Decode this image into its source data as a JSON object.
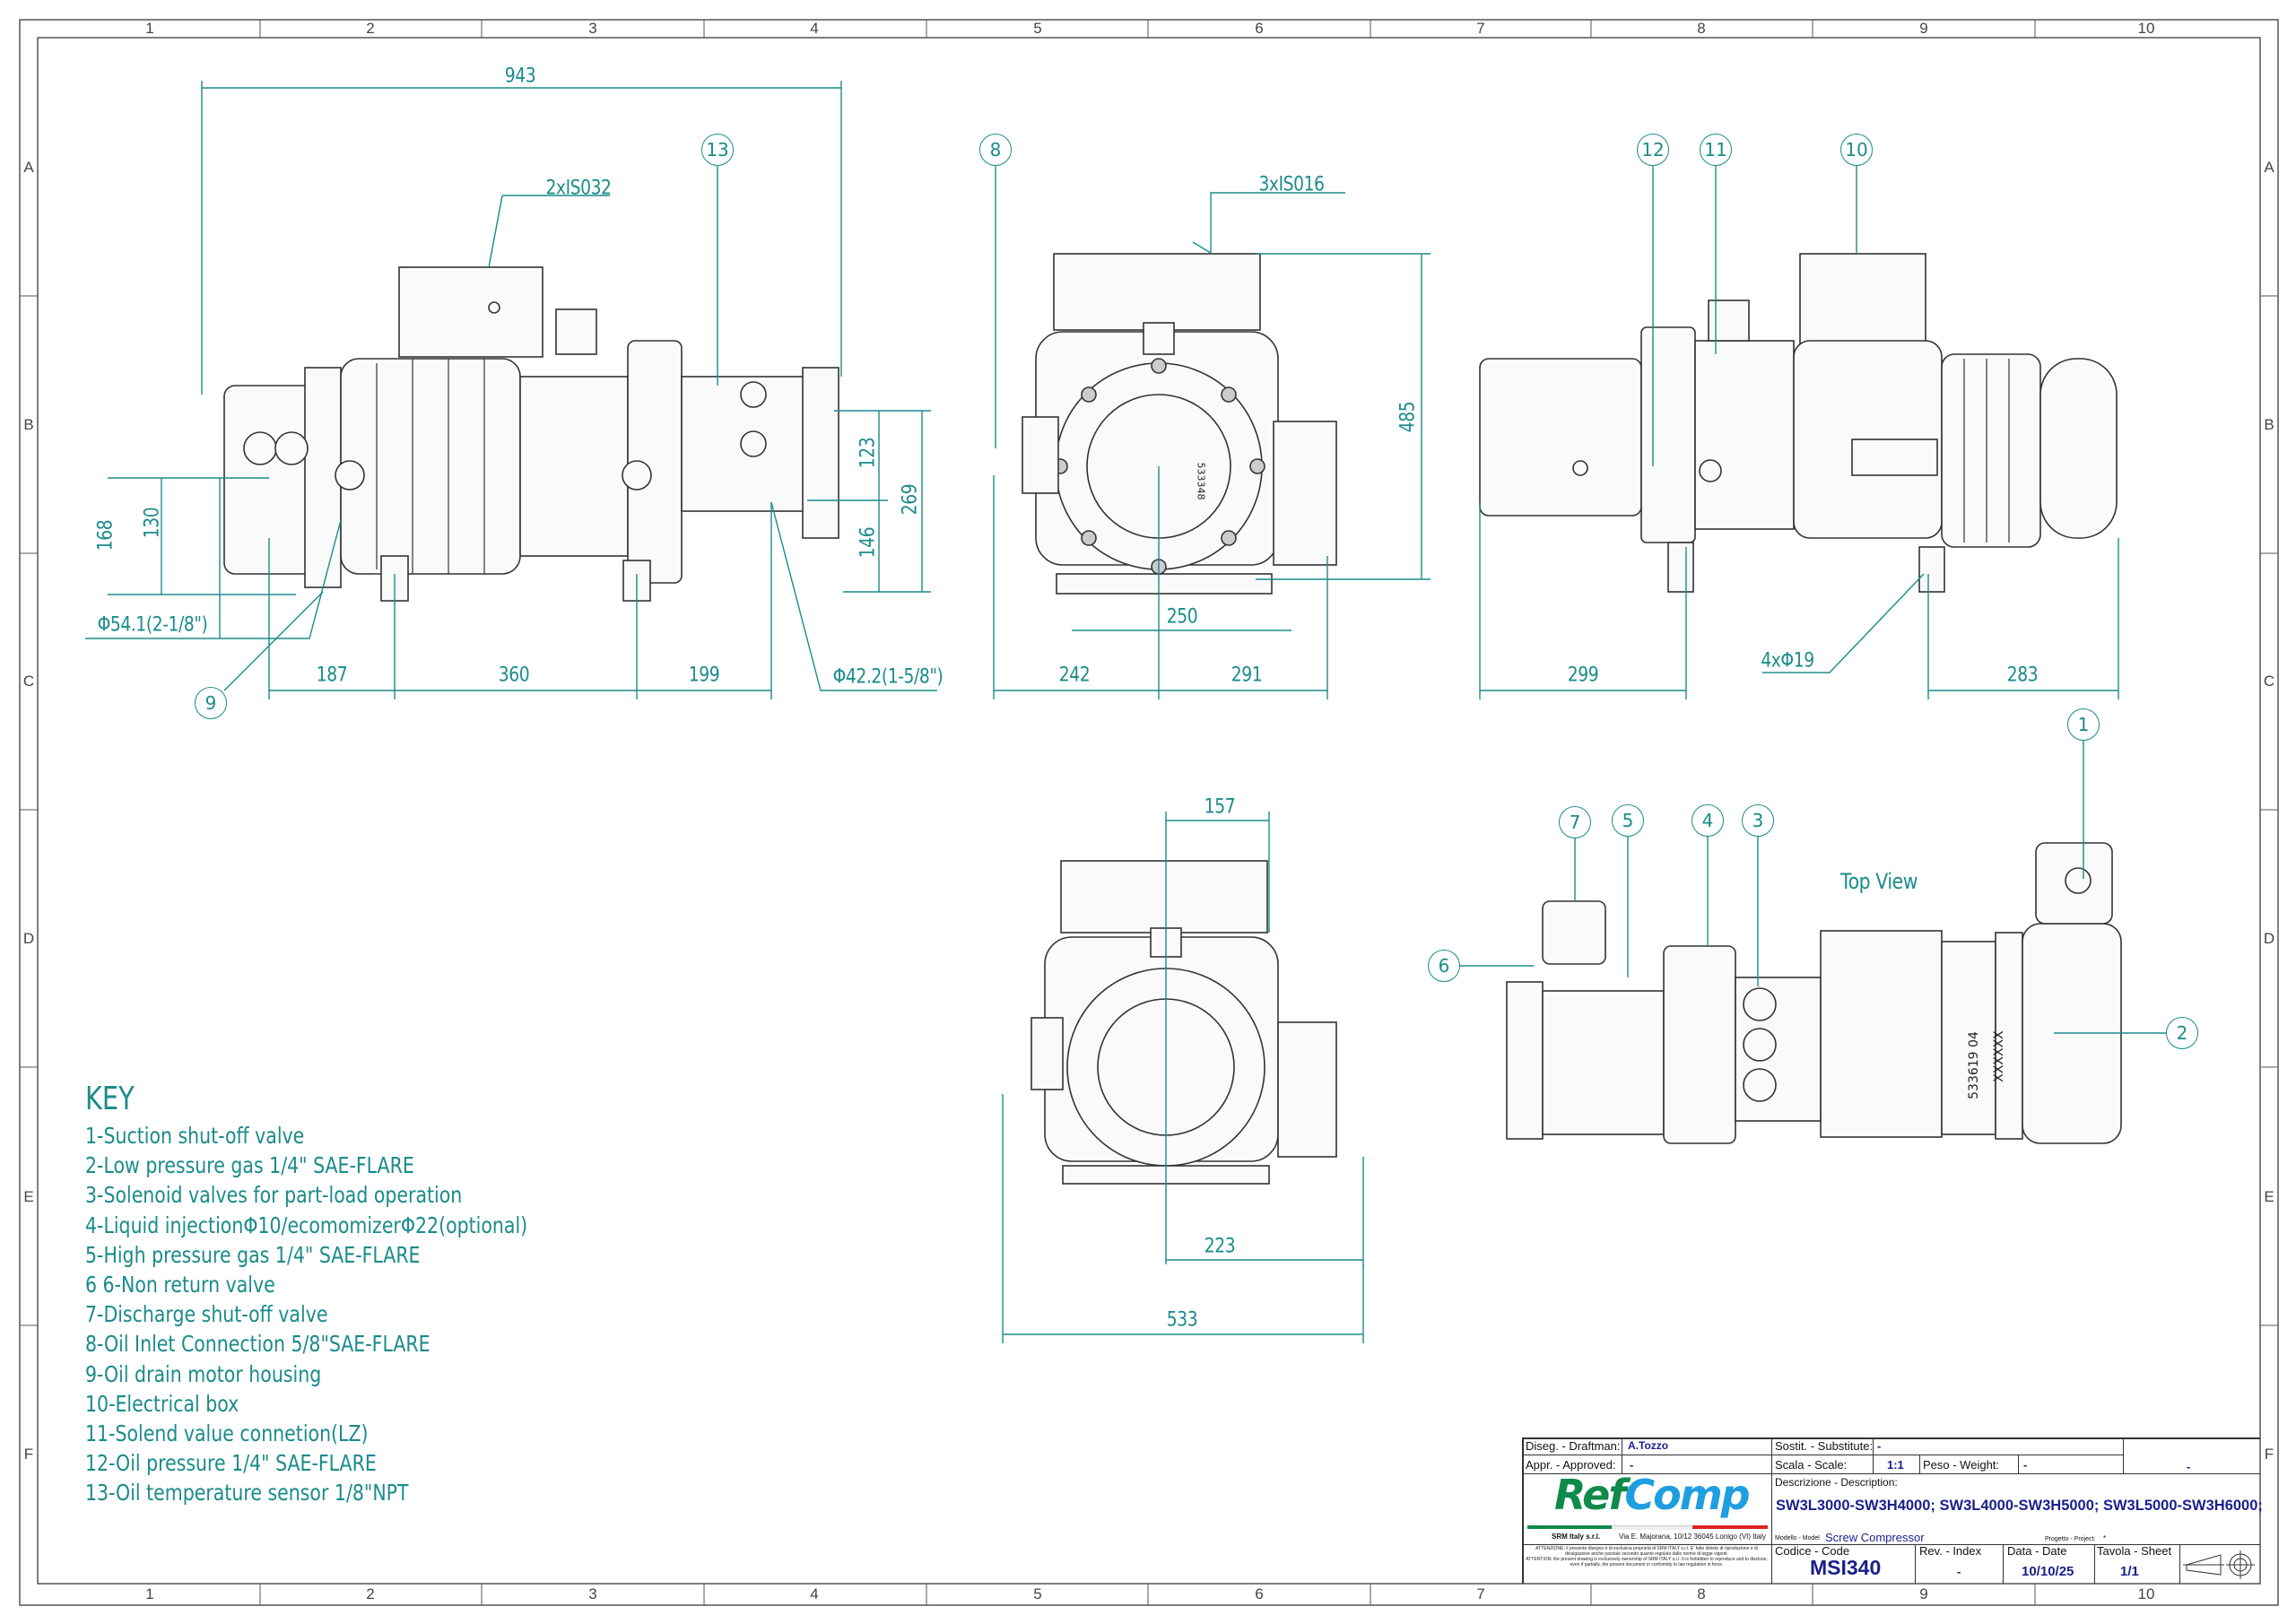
{
  "sheet": {
    "columns": [
      "1",
      "2",
      "3",
      "4",
      "5",
      "6",
      "7",
      "8",
      "9",
      "10"
    ],
    "rows": [
      "A",
      "B",
      "C",
      "D",
      "E",
      "F"
    ]
  },
  "dimensions": {
    "overall_length": "943",
    "thread_motor": "2xIS032",
    "thread_front": "3xIS016",
    "h168": "168",
    "h130": "130",
    "suction_dia": "Φ54.1(2-1/8\")",
    "d187": "187",
    "d360": "360",
    "d199": "199",
    "discharge_dia": "Φ42.2(1-5/8\")",
    "h123": "123",
    "h146": "146",
    "h269": "269",
    "h485": "485",
    "d250": "250",
    "d242": "242",
    "d291": "291",
    "d299": "299",
    "feet": "4xΦ19",
    "d283": "283",
    "d157": "157",
    "d223": "223",
    "d533": "533"
  },
  "balloons": [
    "1",
    "2",
    "3",
    "4",
    "5",
    "6",
    "7",
    "8",
    "9",
    "10",
    "11",
    "12",
    "13"
  ],
  "labels": {
    "top_view": "Top View",
    "plate_number": "533619 04",
    "plate_serial": "XXXXXX",
    "nameplate_front": "533348"
  },
  "key": {
    "title": "KEY",
    "items": [
      "1-Suction shut-off valve",
      "2-Low pressure gas 1/4\" SAE-FLARE",
      "3-Solenoid valves for part-load operation",
      "4-Liquid injectionΦ10/ecomomizerΦ22(optional)",
      "5-High pressure gas 1/4\" SAE-FLARE",
      "6 6-Non return valve",
      "7-Discharge shut-off valve",
      "8-Oil Inlet Connection 5/8\"SAE-FLARE",
      "9-Oil drain motor housing",
      "10-Electrical box",
      "11-Solend value connetion(LZ)",
      "12-Oil pressure 1/4\" SAE-FLARE",
      "13-Oil temperature sensor 1/8\"NPT"
    ]
  },
  "title_block": {
    "draftman_label": "Diseg. - Draftman:",
    "draftman": "A.Tozzo",
    "approved_label": "Appr. - Approved:",
    "approved": "-",
    "substitute_label": "Sostit. - Substitute:",
    "substitute": "-",
    "scale_label": "Scala - Scale:",
    "scale": "1:1",
    "weight_label": "Peso - Weight:",
    "weight": "-",
    "extra": "-",
    "logo": "RefComp",
    "company": "SRM Italy s.r.l.",
    "address": "Via E. Majorana, 10/12 36045 Lonigo (VI) Italy",
    "description_label": "Descrizione - Description:",
    "description": "SW3L3000-SW3H4000; SW3L4000-SW3H5000; SW3L5000-SW3H6000;",
    "model_label": "Modello - Model",
    "model": "Screw Compressor",
    "project_label": "Progetto - Project:",
    "project": "*",
    "notice_it": "ATTENZIONE: il presente disegno è di esclusiva proprietà di SRM ITALY s.r.l. E' fatto divieto di riproduzione e di divulgazione anche parziale secondo quanto regolato dalle norme di legge vigenti.",
    "notice_en": "ATTENTION: the present drawing is exclusively ownership of SRM ITALY s.r.l. It is forbidden to reproduce and to disclose, even if partially, the present document in conformity to law regulation in force.",
    "code_label": "Codice - Code",
    "code": "MSI340",
    "rev_label": "Rev. - Index",
    "rev": "-",
    "date_label": "Data - Date",
    "date": "10/10/25",
    "sheet_label": "Tavola - Sheet",
    "sheet": "1/1"
  },
  "colors": {
    "dimension": "#1b8b8b",
    "title_blue": "#1a1f8c",
    "logo_green": "#0f8a4a",
    "logo_blue": "#1f9ee0"
  }
}
